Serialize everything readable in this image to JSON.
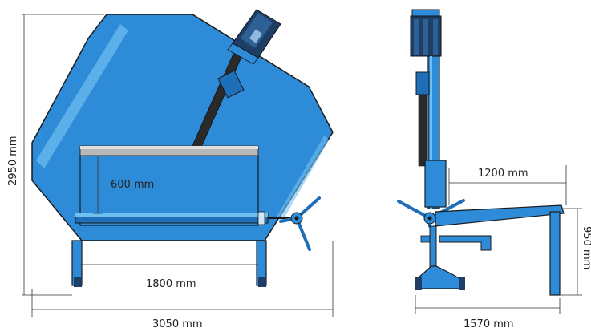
{
  "dimensions": {
    "front_height": "2950 mm",
    "front_inner_height": "600 mm",
    "front_inner_width": "1800 mm",
    "front_total_width": "3050 mm",
    "side_table_length": "1200 mm",
    "side_table_height": "950 mm",
    "side_total_width": "1570 mm"
  },
  "colors": {
    "body_blue": "#2e8bd8",
    "body_blue_dark": "#1f6fb8",
    "body_blue_light": "#5db3ee",
    "outline": "#1a1a1a",
    "motor_dark": "#1d3f66",
    "steel": "#a8a8a8",
    "dimension_line": "#333333"
  }
}
